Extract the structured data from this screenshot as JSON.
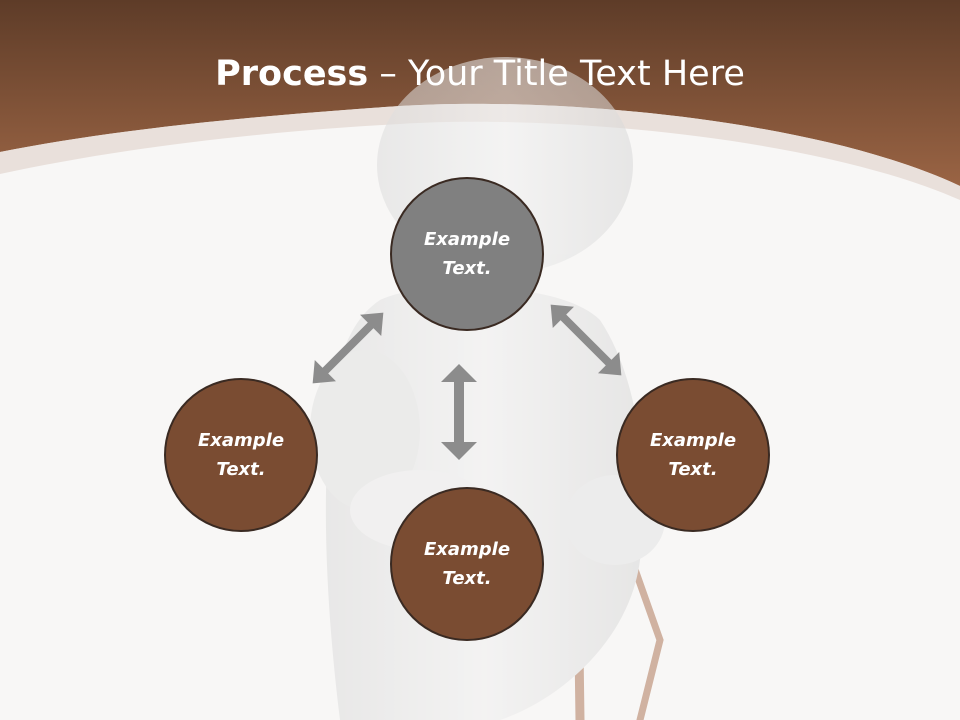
{
  "title": {
    "bold": "Process",
    "rest": " – Your Title Text Here"
  },
  "nodes": {
    "top": {
      "text": "Example Text."
    },
    "left": {
      "text": "Example Text."
    },
    "right": {
      "text": "Example Text."
    },
    "bottom": {
      "text": "Example Text."
    }
  },
  "colors": {
    "header_brown": "#7a4c32",
    "node_brown": "#7a4c32",
    "node_gray": "#808080",
    "arrow_gray": "#8c8c8c",
    "background": "#f8f7f6"
  },
  "icons": {
    "arrows": "double-headed-arrow",
    "figure": "3d-person-on-crutches"
  }
}
